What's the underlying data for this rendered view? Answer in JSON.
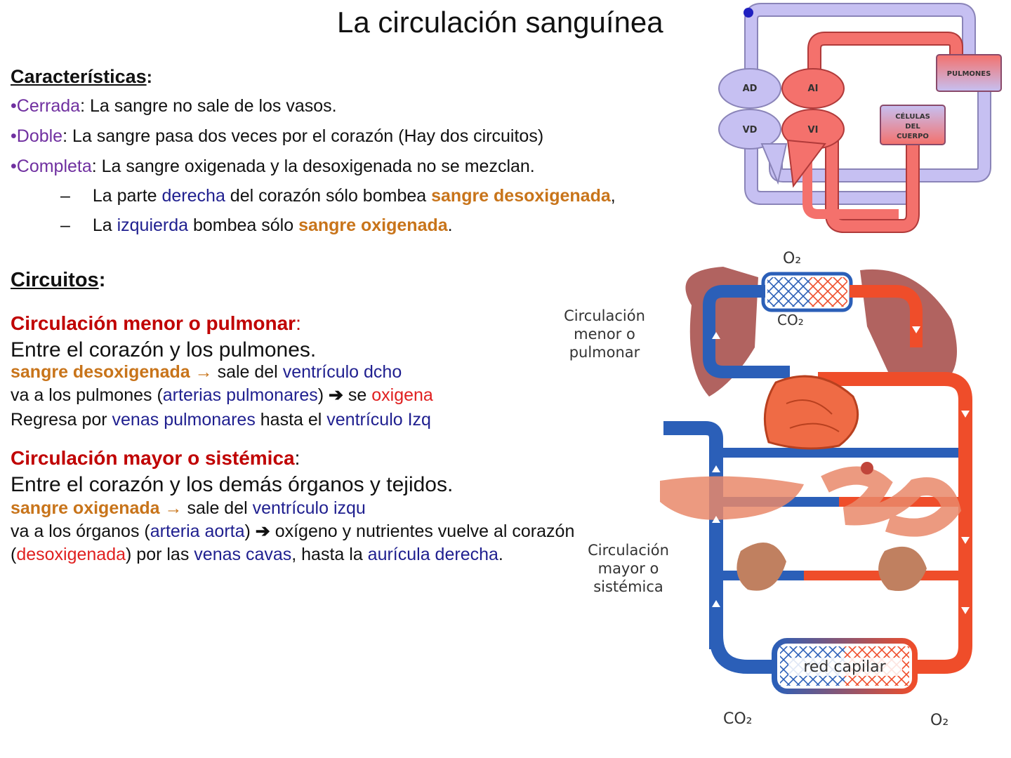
{
  "title": "La circulación sanguínea",
  "caracteristicas": {
    "heading": "Características",
    "colon": ":",
    "items": [
      {
        "bullet": "•",
        "term": "Cerrada",
        "rest": ": La sangre no sale de los vasos."
      },
      {
        "bullet": "•",
        "term": "Doble",
        "rest": ": La sangre pasa dos veces por el corazón (Hay dos circuitos)"
      },
      {
        "bullet": "•",
        "term": "Completa",
        "rest": ": La sangre oxigenada y la desoxigenada no se mezclan."
      }
    ],
    "sub1": {
      "dash": "–",
      "a": "La parte ",
      "b": "derecha",
      "c": " del corazón sólo bombea ",
      "d": "sangre desoxigenada",
      "e": ","
    },
    "sub2": {
      "dash": "–",
      "a": "La ",
      "b": "izquierda",
      "c": " bombea sólo ",
      "d": "sangre oxigenada",
      "e": "."
    }
  },
  "circuitos": {
    "heading": "Circuitos",
    "colon": ":"
  },
  "menor": {
    "title": "Circulación menor o pulmonar",
    "colon": ":",
    "desc": "Entre el corazón y los pulmones.",
    "l1": {
      "a": "sangre desoxigenada",
      "arrow": " → ",
      "b": "sale del ",
      "c": "ventrículo dcho"
    },
    "l2": {
      "a": "va a los pulmones (",
      "b": "arterias pulmonares",
      "c": ") ",
      "arrow": "➔",
      "d": " se ",
      "e": "oxigena"
    },
    "l3": {
      "a": "Regresa por ",
      "b": "venas pulmonares",
      "c": " hasta el ",
      "d": "ventrículo Izq"
    }
  },
  "mayor": {
    "title": "Circulación mayor o sistémica",
    "colon": ":",
    "desc": "Entre el corazón y los demás órganos y tejidos.",
    "l1": {
      "a": "sangre oxigenada",
      "arrow": " → ",
      "b": "sale del ",
      "c": "ventrículo izqu"
    },
    "l2": {
      "a": "va a los órganos (",
      "b": "arteria aorta",
      "c": ") ",
      "arrow": "➔",
      "d": " oxígeno y nutrientes vuelve al corazón"
    },
    "l3": {
      "a": "(",
      "b": "desoxigenada",
      "c": ") por las ",
      "d": "venas cavas",
      "e": ", hasta la ",
      "f": "aurícula derecha",
      "g": "."
    }
  },
  "schema": {
    "ad": "AD",
    "ai": "AI",
    "vd": "VD",
    "vi": "VI",
    "pulmones": "PULMONES",
    "celulas": [
      "CÉLULAS",
      "DEL",
      "CUERPO"
    ]
  },
  "illustration": {
    "o2_top": "O₂",
    "co2_top": "CO₂",
    "menor_label": [
      "Circulación",
      "menor o",
      "pulmonar"
    ],
    "mayor_label": [
      "Circulación",
      "mayor o",
      "sistémica"
    ],
    "red_capilar": "red capilar",
    "co2_bottom": "CO₂",
    "o2_bottom": "O₂"
  },
  "colors": {
    "blue": "#2b5fb8",
    "red": "#ef4d2a",
    "lavender": "#c6c0f2",
    "salmon": "#f4716c",
    "organ": "#a8524f"
  }
}
